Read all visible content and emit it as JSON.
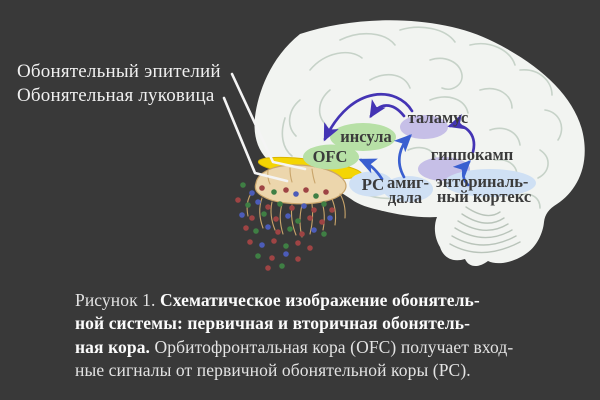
{
  "figure": {
    "labels": {
      "epithelium": "Обонятельный эпителий",
      "bulb": "Обонятельная луковица"
    },
    "regions": {
      "thalamus": "таламус",
      "insula": "инсула",
      "ofc": "OFC",
      "hippocampus": "гиппокамп",
      "pc": "PC",
      "amygdala_line1": "амиг-",
      "amygdala_line2": "дала",
      "entorhinal_line1": "энториналь-",
      "entorhinal_line2": "ный кортекс"
    },
    "caption": {
      "lines": [
        [
          {
            "text": "Рисунок 1. ",
            "bold": false
          },
          {
            "text": "Схематическое изображение обонятель-",
            "bold": true
          }
        ],
        [
          {
            "text": "ной системы: первичная и вторичная обонятель-",
            "bold": true
          }
        ],
        [
          {
            "text": "ная кора. ",
            "bold": true
          },
          {
            "text": "Орбитофронтальная кора (OFC) получает вход-",
            "bold": false
          }
        ],
        [
          {
            "text": "ные сигналы от первичной обонятельной коры (PC).",
            "bold": false
          }
        ]
      ]
    },
    "colors": {
      "background": "#393939",
      "brain_fill": "#f2f4f1",
      "sulci": "#c6d2c8",
      "region_green": "#b7e0a6",
      "region_lavender": "#c6bfe7",
      "region_blue": "#cfe0f4",
      "bulb_yellow": "#f4d503",
      "epithelium_tan": "#ecd6ac",
      "arrow_indigo": "#4434b4",
      "arrow_blue": "#3a5fd0",
      "dot_red": "#9e4444",
      "dot_blue": "#4c5cb8",
      "dot_green": "#3f7f44",
      "label_text": "#f0f0f0",
      "diagram_text": "#3b3b3b"
    }
  }
}
